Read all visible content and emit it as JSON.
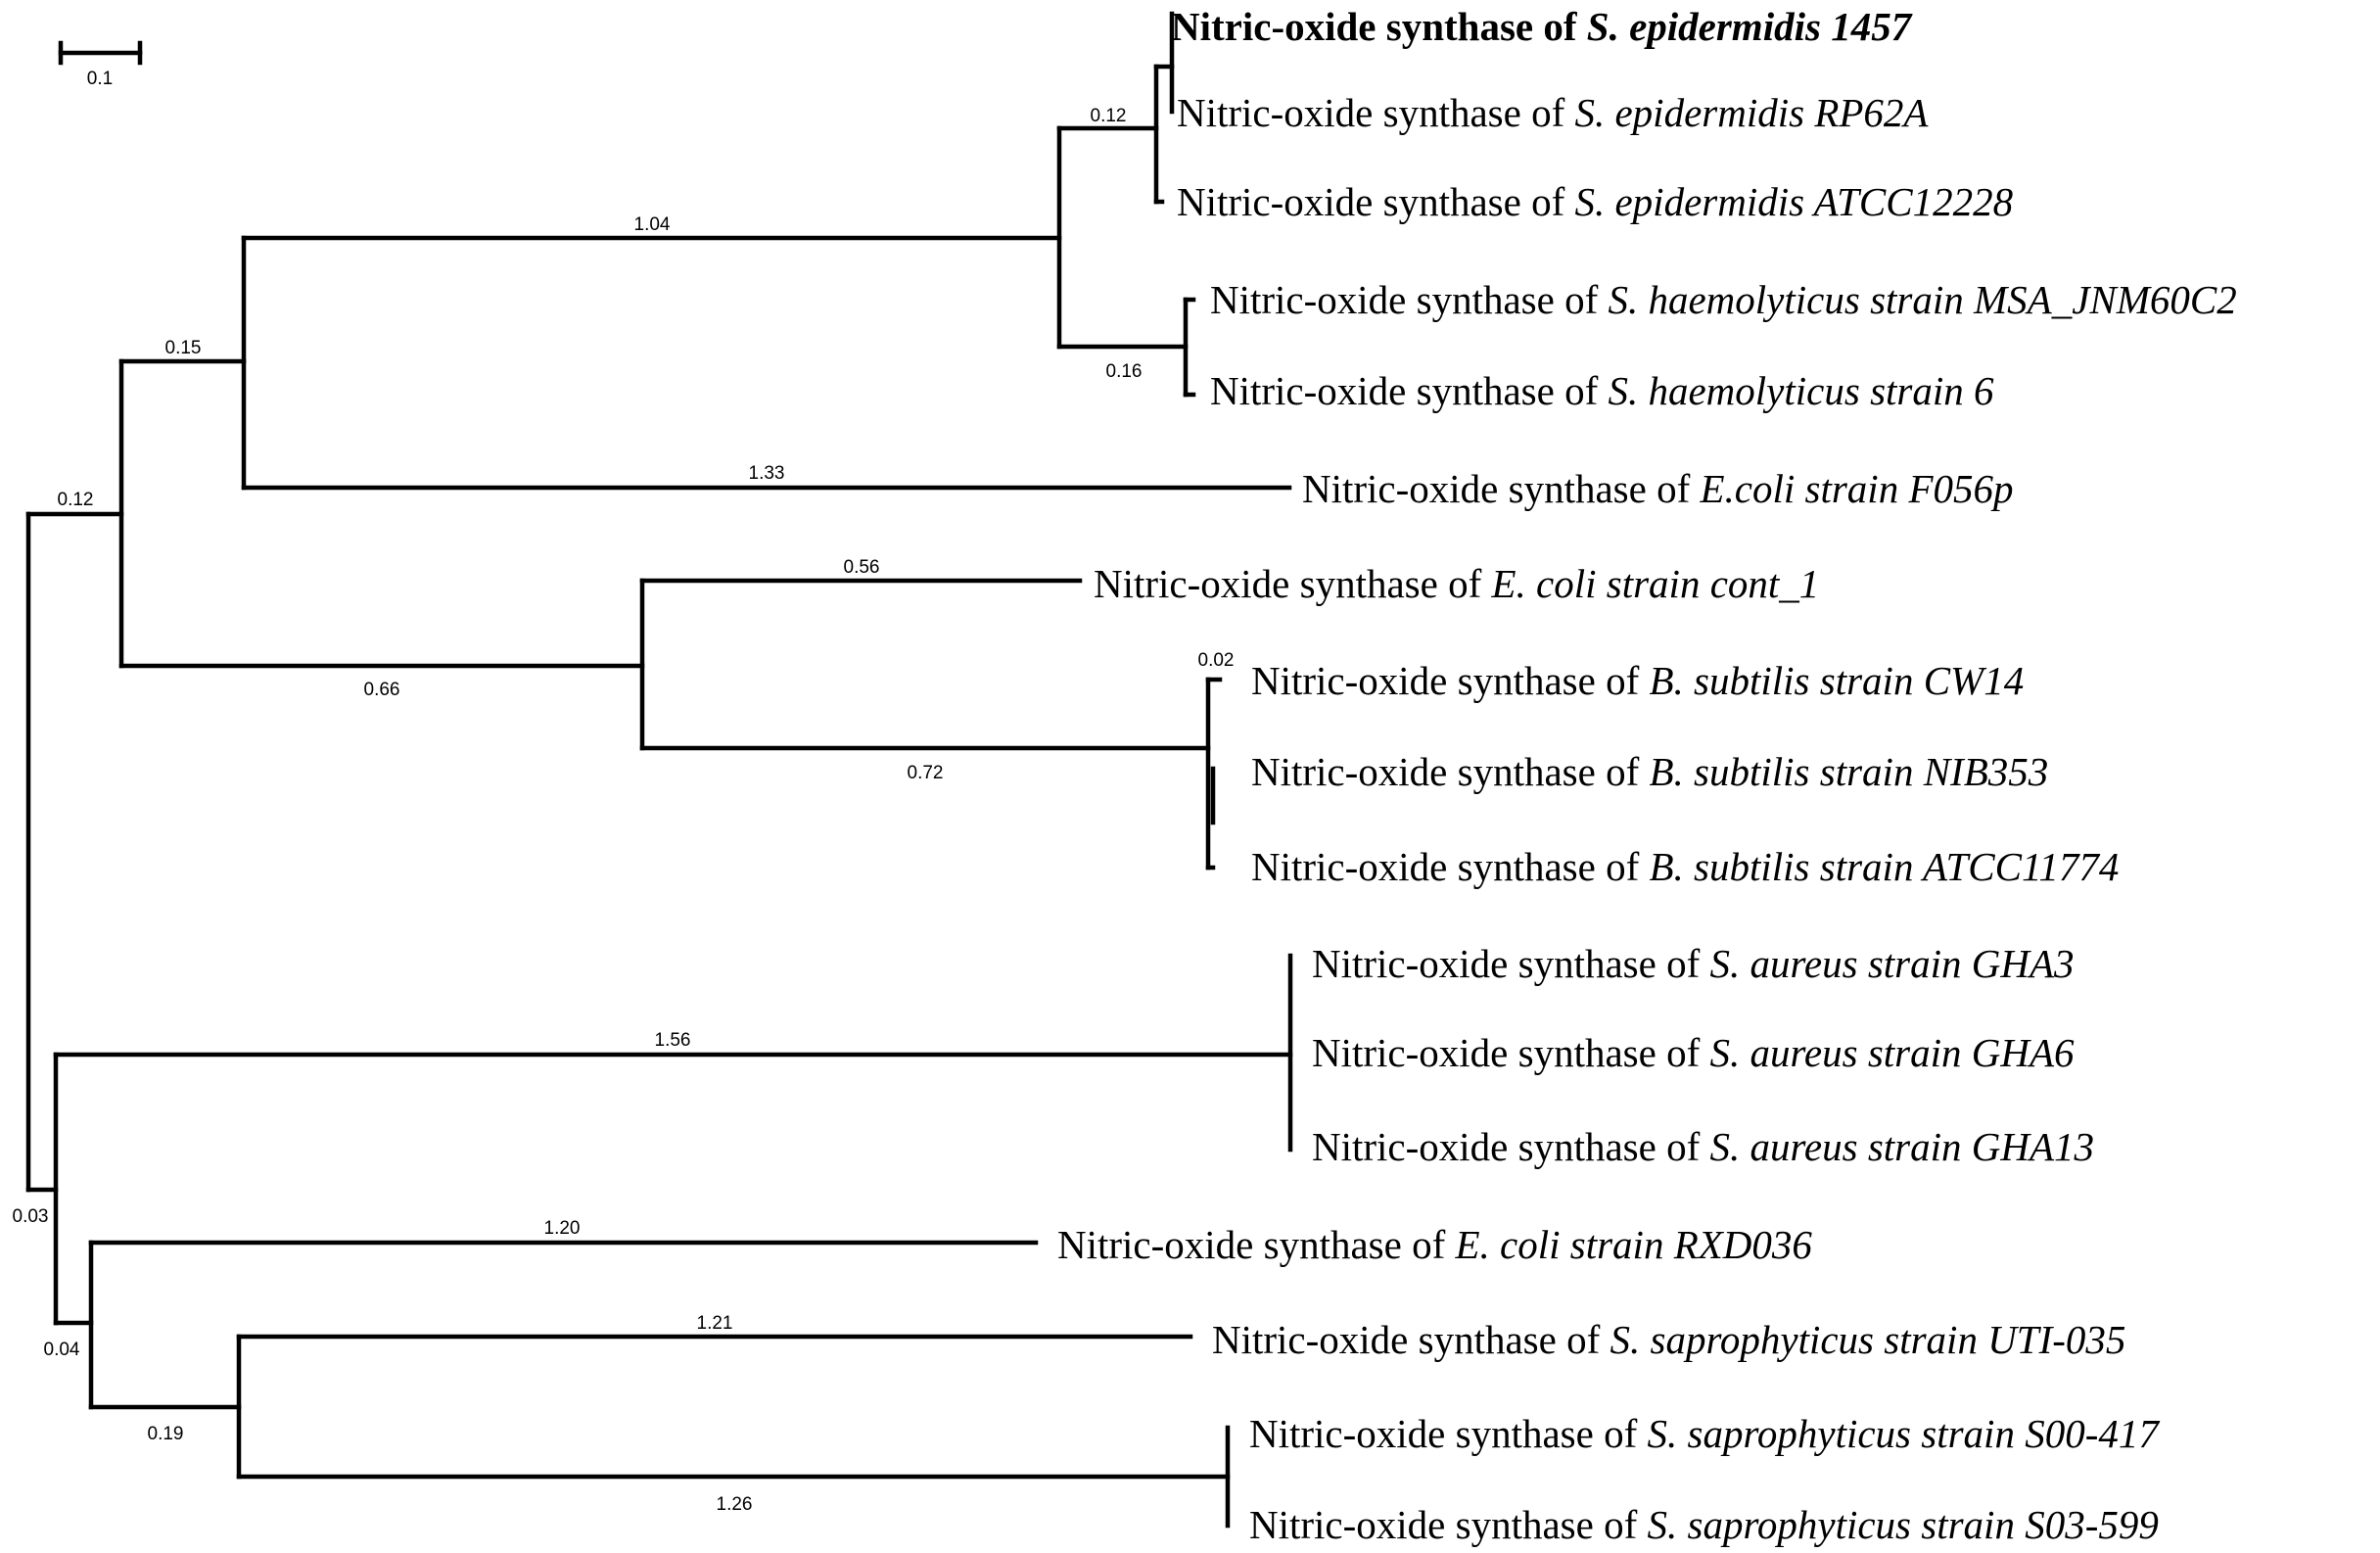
{
  "scale_bar": {
    "label": "0.1"
  },
  "leaf_prefix": "Nitric-oxide synthase of ",
  "leaves": [
    {
      "id": "L1",
      "species": "S. epidermidis 1457",
      "bold": true
    },
    {
      "id": "L2",
      "species": "S. epidermidis RP62A"
    },
    {
      "id": "L3",
      "species": "S. epidermidis ATCC12228"
    },
    {
      "id": "L4",
      "species": "S. haemolyticus strain MSA_JNM60C2"
    },
    {
      "id": "L5",
      "species": "S. haemolyticus strain 6"
    },
    {
      "id": "L6",
      "species": "E.coli strain F056p"
    },
    {
      "id": "L7",
      "species": "E. coli strain cont_1"
    },
    {
      "id": "L8",
      "species": "B. subtilis strain CW14"
    },
    {
      "id": "L9",
      "species": "B. subtilis strain NIB353"
    },
    {
      "id": "L10",
      "species": "B. subtilis strain ATCC11774"
    },
    {
      "id": "L11",
      "species": "S. aureus strain GHA3"
    },
    {
      "id": "L12",
      "species": "S. aureus strain GHA6"
    },
    {
      "id": "L13",
      "species": "S. aureus strain GHA13"
    },
    {
      "id": "L14",
      "species": "E. coli strain RXD036"
    },
    {
      "id": "L15",
      "species": "S. saprophyticus strain UTI-035"
    },
    {
      "id": "L16",
      "species": "S. saprophyticus strain S00-417"
    },
    {
      "id": "L17",
      "species": "S. saprophyticus strain S03-599"
    }
  ],
  "branch_lengths": [
    {
      "id": "b-epi-clade",
      "value": "0.12"
    },
    {
      "id": "b-haem-clade",
      "value": "0.16"
    },
    {
      "id": "b-staph-clade",
      "value": "1.04"
    },
    {
      "id": "b-staph-ecoli",
      "value": "0.15"
    },
    {
      "id": "b-f056p",
      "value": "1.33"
    },
    {
      "id": "b-upper",
      "value": "0.12"
    },
    {
      "id": "b-cont1",
      "value": "0.56"
    },
    {
      "id": "b-ecoli-bsub",
      "value": "0.66"
    },
    {
      "id": "b-bsub-clade",
      "value": "0.72"
    },
    {
      "id": "b-bsub-inner",
      "value": "0.02"
    },
    {
      "id": "b-aureus",
      "value": "1.56"
    },
    {
      "id": "b-root",
      "value": "0.03"
    },
    {
      "id": "b-rxd036",
      "value": "1.20"
    },
    {
      "id": "b-lower",
      "value": "0.04"
    },
    {
      "id": "b-uti035",
      "value": "1.21"
    },
    {
      "id": "b-sapro-clade",
      "value": "0.19"
    },
    {
      "id": "b-sapro-pair",
      "value": "1.26"
    }
  ]
}
